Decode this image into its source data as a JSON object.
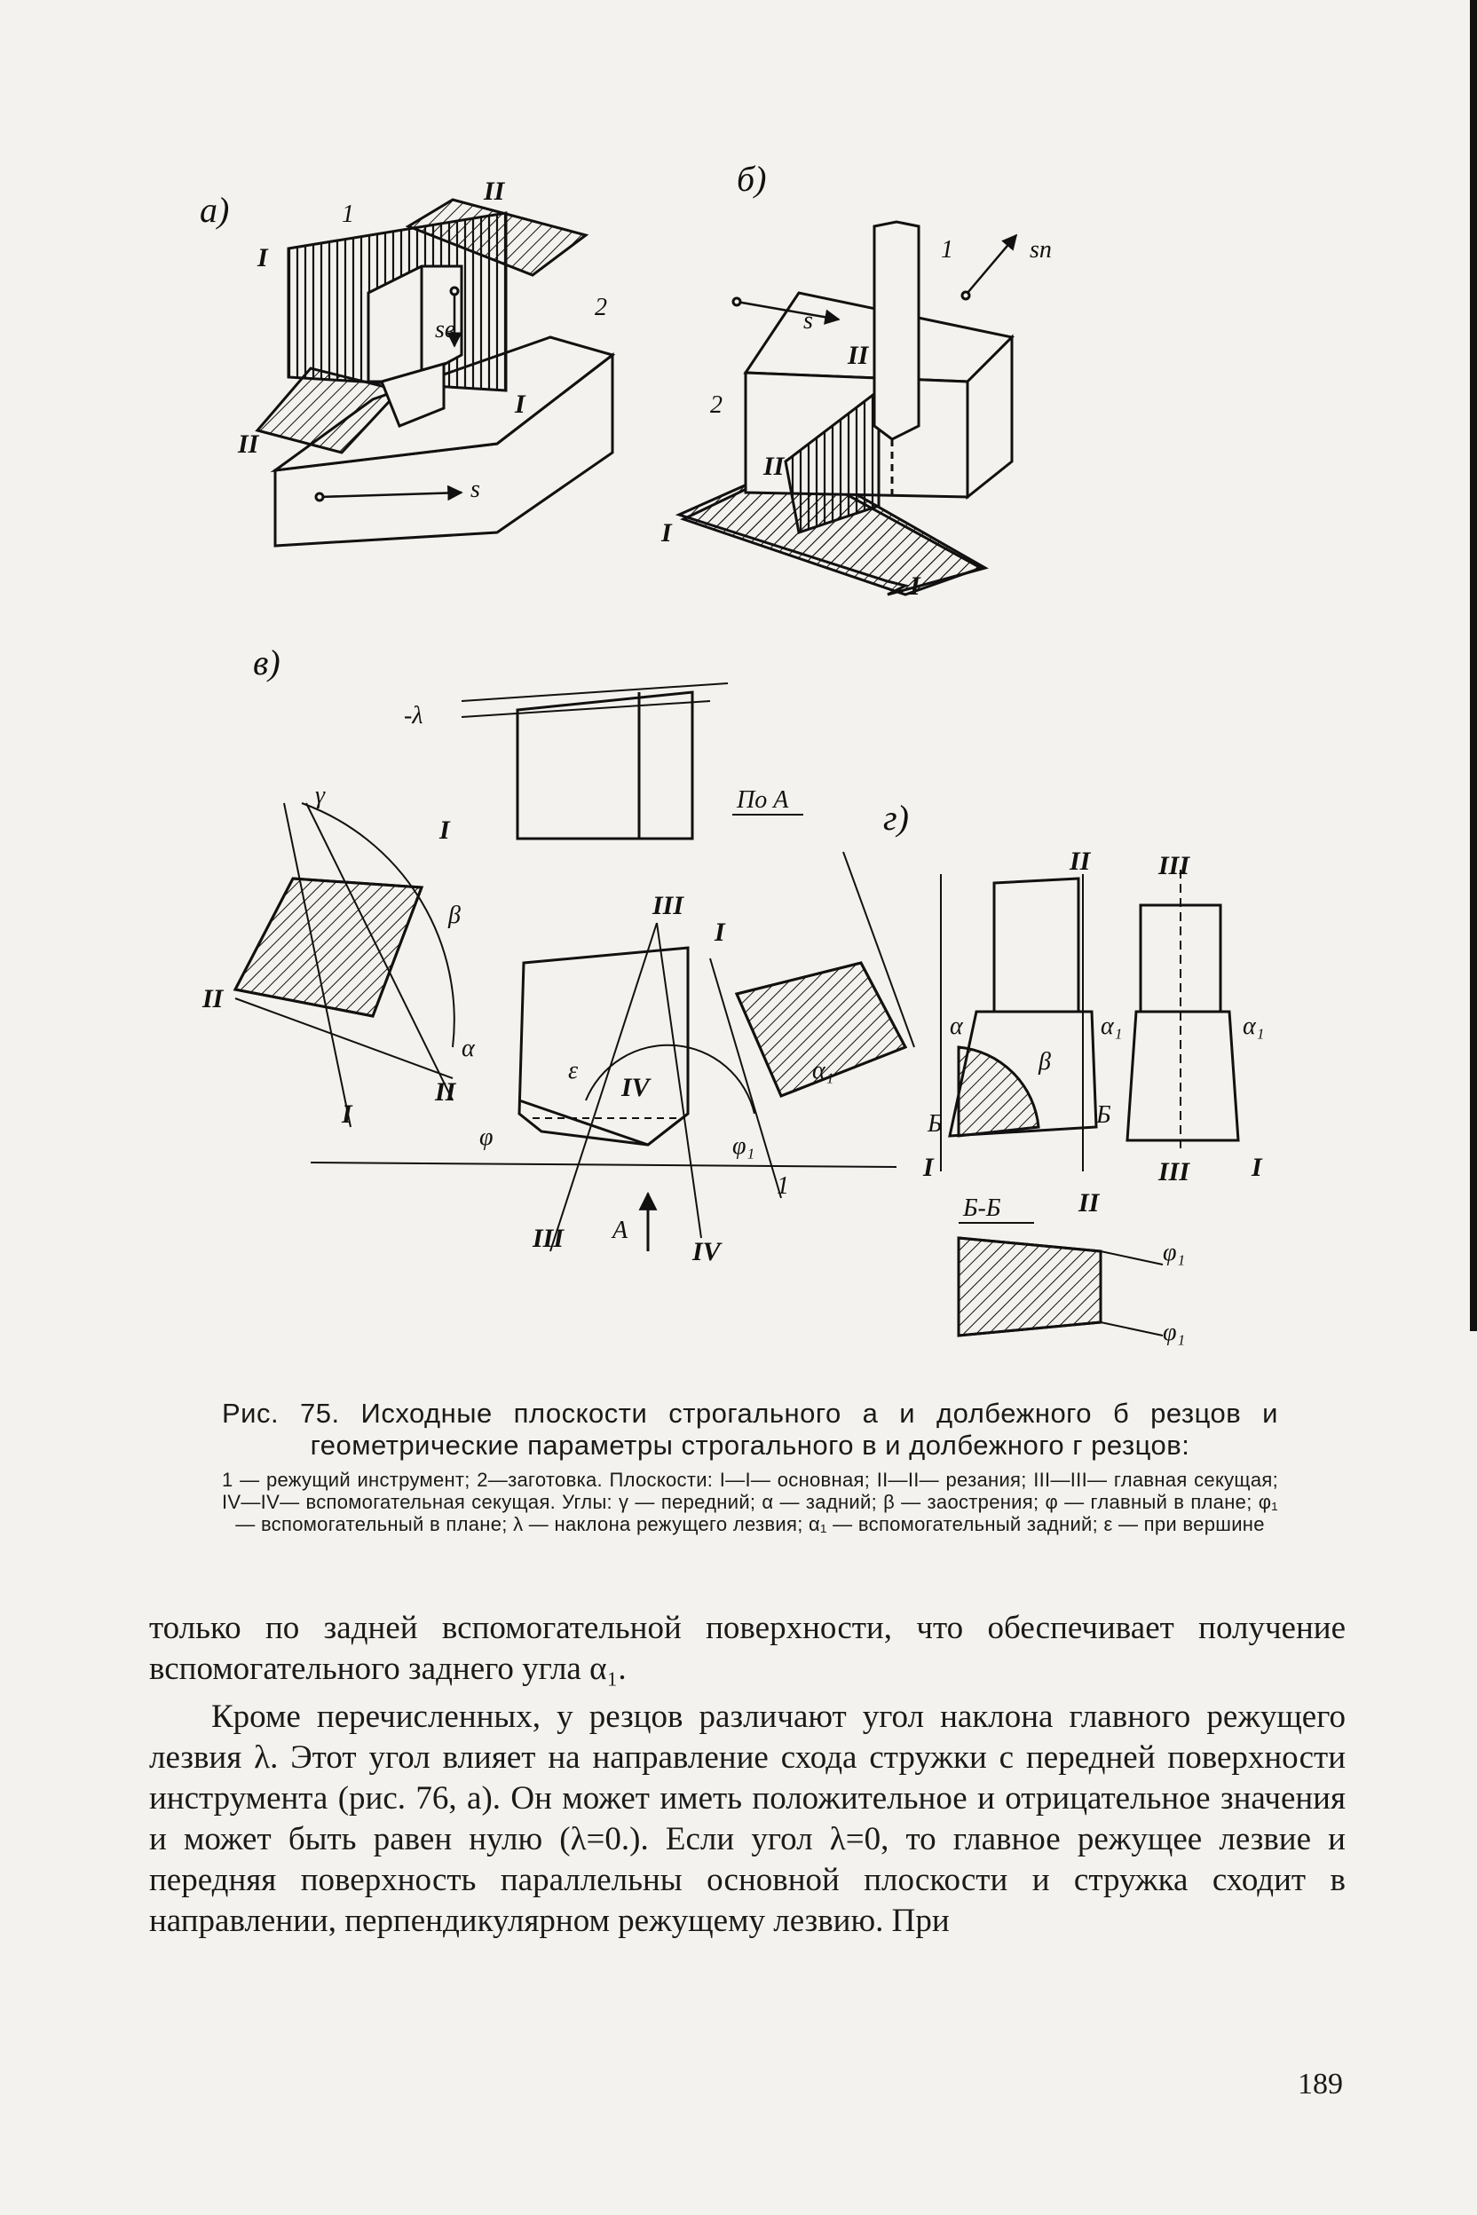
{
  "figure": {
    "panel_a": "а)",
    "panel_b": "б)",
    "panel_v": "в)",
    "panel_g": "г)",
    "labels": {
      "I": "I",
      "II": "II",
      "III": "III",
      "IV": "IV",
      "one": "1",
      "two": "2",
      "s": "s",
      "sv": "sв",
      "sn": "sп",
      "lambda": "-λ",
      "po_a": "По А",
      "gamma": "γ",
      "beta": "β",
      "alpha": "α",
      "alpha1": "α₁",
      "epsilon": "ε",
      "phi": "φ",
      "phi1": "φ₁",
      "A": "А",
      "B": "Б",
      "BB": "Б-Б"
    }
  },
  "caption": {
    "title": "Рис. 75. Исходные плоскости строгального а и долбежного б резцов и геометрические параметры строгального в и долбежного г резцов:",
    "legend": "1 — режущий инструмент; 2—заготовка. Плоскости: I—I— основная; II—II— резания; III—III— главная секущая; IV—IV— вспомогательная секущая. Углы: γ — передний; α — задний; β — заострения; φ — главный в плане; φ₁ — вспомогательный в плане; λ — наклона режущего лезвия; α₁ — вспомогательный задний; ε — при вершине"
  },
  "body": {
    "p1": "только по задней вспомогательной поверхности, что обеспечивает получение вспомогательного заднего угла α₁.",
    "p2": "Кроме перечисленных, у резцов различают угол наклона главного режущего лезвия λ. Этот угол влияет на направление схода стружки с передней поверхности инструмента (рис. 76, а). Он может иметь положительное и отрицательное значения и может быть равен нулю (λ=0.). Если угол λ=0, то главное режущее лезвие и передняя поверхность параллельны основной плоскости и стружка сходит в направлении, перпендикулярном режущему лезвию. При"
  },
  "page_number": "189"
}
